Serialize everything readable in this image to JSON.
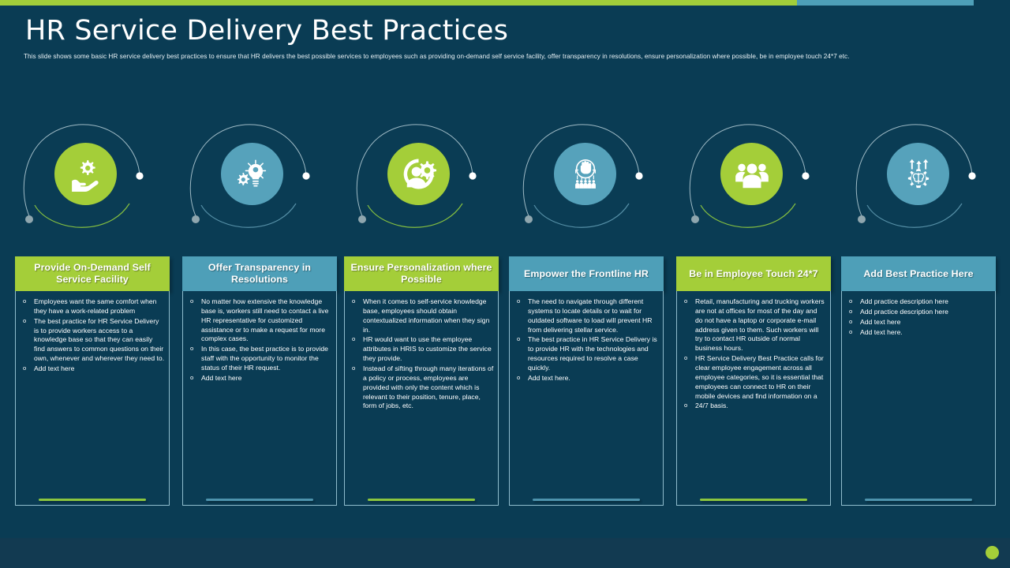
{
  "theme": {
    "background": "#0a3c54",
    "green": "#a4ce39",
    "blue": "#4e9fb8",
    "icon_blue": "#56a2bb",
    "footer": "#123a51"
  },
  "header": {
    "title": "HR Service Delivery Best Practices",
    "subtitle": "This slide shows some basic HR service delivery best practices to ensure that HR delivers the best possible services to employees such as providing on-demand  self service facility, offer transparency in resolutions, ensure personalization  where  possible,  be in employee touch 24*7 etc."
  },
  "icons": [
    {
      "name": "hand-holding-gear-icon",
      "color": "green"
    },
    {
      "name": "lightbulb-gear-icon",
      "color": "blue"
    },
    {
      "name": "user-settings-gear-icon",
      "color": "green"
    },
    {
      "name": "raised-fist-team-icon",
      "color": "blue"
    },
    {
      "name": "people-group-icon",
      "color": "green"
    },
    {
      "name": "brain-gear-arrows-icon",
      "color": "blue"
    }
  ],
  "cards": [
    {
      "title": "Provide On-Demand Self Service Facility",
      "color": "green",
      "bullets": [
        "Employees want the same comfort when they have  a work-related problem",
        "The best practice for HR Service Delivery is to provide workers access to a knowledge base so that they can easily find answers to common questions on their own, whenever and wherever they need to.",
        "Add text here"
      ]
    },
    {
      "title": "Offer  Transparency in Resolutions",
      "color": "blue",
      "bullets": [
        "No matter how extensive the knowledge base is, workers still need to contact a live HR representative for customized assistance or to make a request for more complex cases.",
        "In this case, the best practice is to provide staff with the opportunity to monitor the status of their HR request.",
        "Add text here"
      ]
    },
    {
      "title": "Ensure Personalization where Possible",
      "color": "green",
      "bullets": [
        "When it comes to self-service knowledge base, employees should obtain contextualized information when they sign in.",
        "HR would want to use the employee attributes in HRIS to customize the service they provide.",
        "Instead of sifting through many iterations of a policy or process, employees are provided with only the content which is relevant to their position, tenure, place, form of jobs, etc."
      ]
    },
    {
      "title": "Empower the Frontline HR",
      "color": "blue",
      "bullets": [
        "The need to navigate through different systems to locate details or to  wait for outdated software to load will prevent HR from delivering stellar service.",
        "The best practice in HR Service Delivery is to provide HR with the technologies and resources required to resolve a case quickly.",
        "Add text here."
      ]
    },
    {
      "title": "Be in Employee Touch 24*7",
      "color": "green",
      "bullets": [
        "Retail, manufacturing and trucking workers are not at offices for most of the day and do not have a laptop or corporate e-mail address given to them. Such workers will try to contact HR outside of normal business hours.",
        "HR Service Delivery Best Practice calls for clear employee engagement across all employee categories, so it is essential that employees can connect to HR on their mobile devices and find information on a",
        " 24/7 basis."
      ]
    },
    {
      "title": "Add Best Practice Here",
      "color": "blue",
      "bullets": [
        "Add practice description here",
        "Add practice description here",
        "Add text here",
        "Add text here."
      ]
    }
  ]
}
